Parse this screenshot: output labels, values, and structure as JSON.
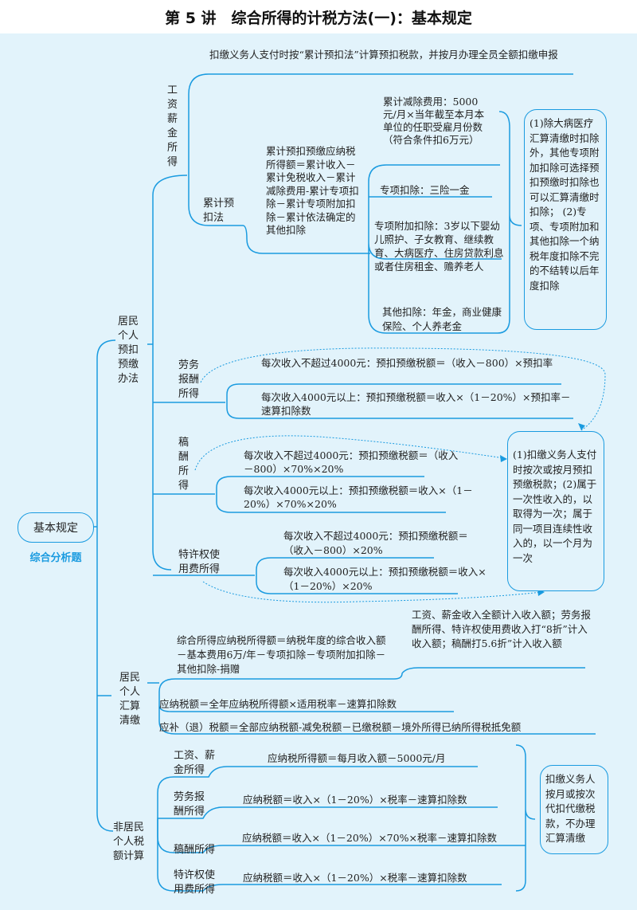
{
  "title": "第 5 讲　综合所得的计税方法(一)：基本规定",
  "root": {
    "label": "基本规定",
    "tag": "综合分析题"
  },
  "resident_withholding": {
    "label": "居民个人预扣预缴办法",
    "wages": {
      "label": "工资薪金所得",
      "note": "扣缴义务人支付时按“累计预扣法”计算预扣税款，并按月办理全员全额扣缴申报",
      "method_label": "累计预扣法",
      "formula": "累计预扣预缴应纳税所得额＝累计收入－累计免税收入－累计减除费用-累计专项扣除－累计专项附加扣除－累计依法确定的其他扣除",
      "items": [
        "累计减除费用：5000元/月×当年截至本月本单位的任职受雇月份数（符合条件扣6万元）",
        "专项扣除：三险一金",
        "专项附加扣除：3岁以下婴幼儿照护、子女教育、继续教育、大病医疗、住房贷款利息或者住房租金、赡养老人",
        "其他扣除：年金，商业健康保险、个人养老金"
      ],
      "box": "(1)除大病医疗汇算清缴时扣除外，其他专项附加扣除可选择预扣预缴时扣除也可以汇算清缴时扣除； (2)专项、专项附加和其他扣除一个纳税年度扣除不完的不结转以后年度扣除"
    },
    "labor": {
      "label": "劳务报酬所得",
      "items": [
        "每次收入不超过4000元：预扣预缴税额＝（收入－800）×预扣率",
        "每次收入4000元以上：预扣预缴税额＝收入×（1－20%）×预扣率－速算扣除数"
      ]
    },
    "royalty": {
      "label": "稿酬所得",
      "items": [
        "每次收入不超过4000元：预扣预缴税额＝（收入－800）×70%×20%",
        "每次收入4000元以上：预扣预缴税额＝收入×（1－20%）×70%×20%"
      ]
    },
    "franchise": {
      "label": "特许权使用费所得",
      "items": [
        "每次收入不超过4000元：预扣预缴税额＝（收入－800）×20%",
        "每次收入4000元以上：预扣预缴税额＝收入×（1－20%）×20%"
      ]
    },
    "box": "(1)扣缴义务人支付时按次或按月预扣预缴税款；(2)属于一次性收入的，以取得为一次；属于同一项目连续性收入的，以一个月为一次"
  },
  "resident_settlement": {
    "label": "居民个人汇算清缴",
    "taxable_income": "综合所得应纳税所得额＝纳税年度的综合收入额－基本费用6万/年－专项扣除－专项附加扣除－其他扣除-捐赠",
    "income_note": "工资、薪金收入全额计入收入额；劳务报酬所得、特许权使用费收入打“8折”计入收入额；稿酬打5.6折”计入收入额",
    "tax_payable": "应纳税额＝全年应纳税所得额×适用税率－速算扣除数",
    "refund": "应补（退）税额＝全部应纳税额-减免税额－已缴税额－境外所得已纳所得税抵免额"
  },
  "nonresident": {
    "label": "非居民个人税额计算",
    "rows": [
      {
        "label": "工资、薪金所得",
        "formula": "应纳税所得额＝每月收入额－5000元/月"
      },
      {
        "label": "劳务报酬所得",
        "formula": "应纳税额＝收入×（1－20%）×税率－速算扣除数"
      },
      {
        "label": "稿酬所得",
        "formula": "应纳税额＝收入×（1－20%）×70%×税率－速算扣除数"
      },
      {
        "label": "特许权使用费所得",
        "formula": "应纳税额＝收入×（1－20%）×税率－速算扣除数"
      }
    ],
    "box": "扣缴义务人按月或按次代扣代缴税款，不办理汇算清缴"
  },
  "colors": {
    "line": "#1a9be0",
    "background": "#e2f3fb",
    "accent": "#1a9be0"
  }
}
